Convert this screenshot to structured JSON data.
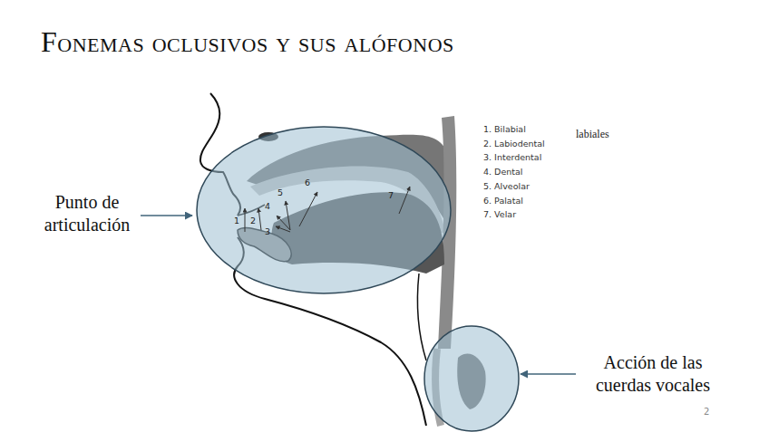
{
  "diagram": {
    "title": "Fonemas oclusivos y sus alófonos",
    "labels": [
      "1. Bilabial",
      "2. Labiodental",
      "3. Interdental",
      "4. Dental",
      "5. Alveolar",
      "6. Palatal",
      "7. Velar",
      "labiales",
      "Punto de articulación",
      "6",
      "5",
      "4",
      "7",
      "1",
      "2",
      "3",
      "Acción de las cuerdas vocales",
      "2"
    ]
  }
}
